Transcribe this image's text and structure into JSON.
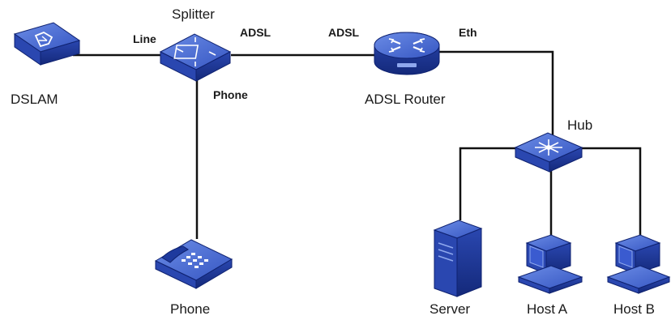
{
  "nodes": {
    "dslam": {
      "label": "DSLAM",
      "icon": "dslam-icon"
    },
    "splitter": {
      "label": "Splitter",
      "icon": "splitter-icon"
    },
    "adsl_router": {
      "label": "ADSL Router",
      "icon": "router-icon"
    },
    "hub": {
      "label": "Hub",
      "icon": "hub-icon"
    },
    "phone": {
      "label": "Phone",
      "icon": "telephone-icon"
    },
    "server": {
      "label": "Server",
      "icon": "server-icon"
    },
    "host_a": {
      "label": "Host A",
      "icon": "computer-icon"
    },
    "host_b": {
      "label": "Host B",
      "icon": "computer-icon"
    }
  },
  "ports": {
    "splitter_line": "Line",
    "splitter_adsl": "ADSL",
    "splitter_phone": "Phone",
    "router_adsl": "ADSL",
    "router_eth": "Eth"
  },
  "colors": {
    "device_top": "#4a6fd0",
    "device_side": "#1e3a9e",
    "device_edge": "#0f2270",
    "link": "#111111"
  }
}
